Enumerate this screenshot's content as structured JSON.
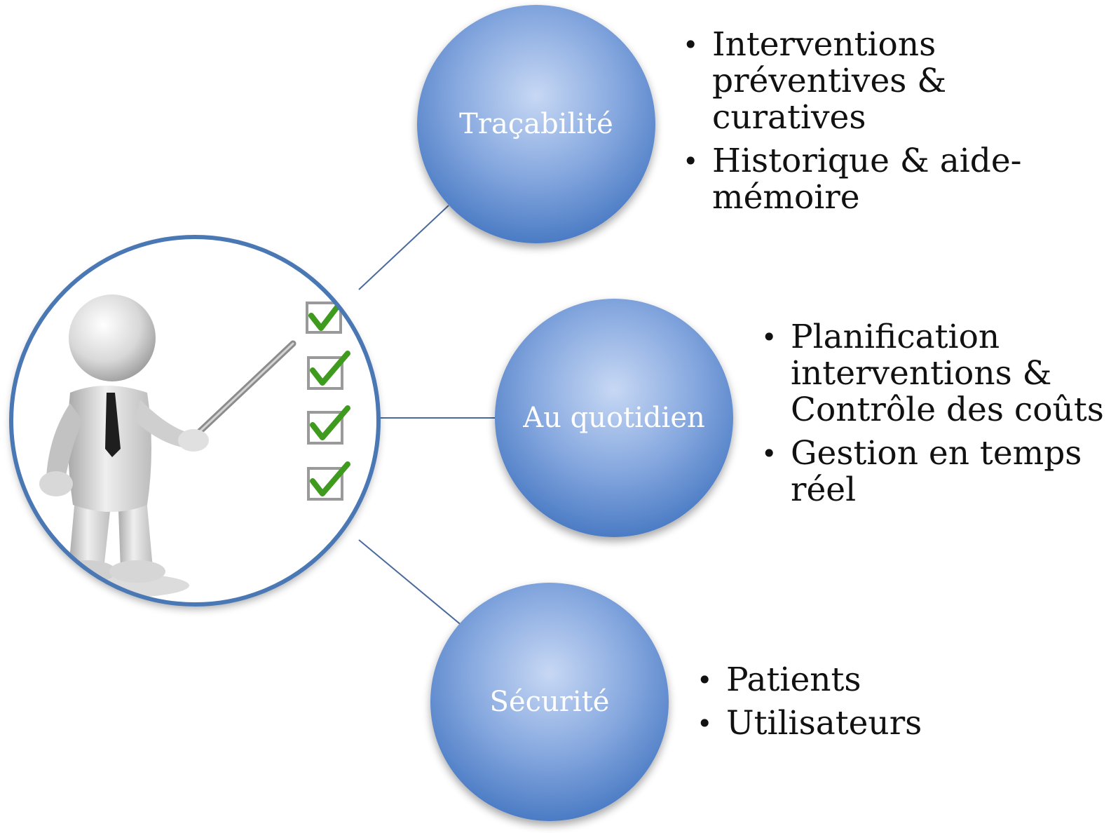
{
  "colors": {
    "bubble_center": "#a9c3ec",
    "bubble_edge": "#4f7ec6",
    "connector": "#4a6a9c",
    "frame": "#4a78b5"
  },
  "hub": {
    "icon": "presenter-with-checklist-icon"
  },
  "nodes": [
    {
      "label": "Traçabilité",
      "bullets": [
        "Interventions préventives & curatives",
        "Historique & aide-mémoire"
      ]
    },
    {
      "label": "Au quotidien",
      "bullets": [
        "Planification interventions & Contrôle des coûts",
        "Gestion en temps réel"
      ]
    },
    {
      "label": "Sécurité",
      "bullets": [
        "Patients",
        "Utilisateurs"
      ]
    }
  ]
}
